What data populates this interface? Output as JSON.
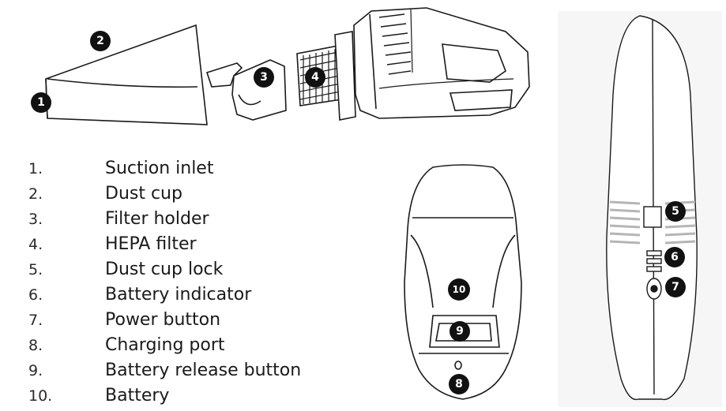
{
  "legend": {
    "items": [
      {
        "num": "1.",
        "label": "Suction inlet"
      },
      {
        "num": "2.",
        "label": "Dust cup"
      },
      {
        "num": "3.",
        "label": "Filter holder"
      },
      {
        "num": "4.",
        "label": "HEPA filter"
      },
      {
        "num": "5.",
        "label": "Dust cup lock"
      },
      {
        "num": "6.",
        "label": "Battery indicator"
      },
      {
        "num": "7.",
        "label": "Power button"
      },
      {
        "num": "8.",
        "label": "Charging port"
      },
      {
        "num": "9.",
        "label": "Battery release button"
      },
      {
        "num": "10.",
        "label": "Battery"
      }
    ]
  },
  "callouts": {
    "c1": "1",
    "c2": "2",
    "c3": "3",
    "c4": "4",
    "c5": "5",
    "c6": "6",
    "c7": "7",
    "c8": "8",
    "c9": "9",
    "c10": "10"
  },
  "colors": {
    "line": "#1a1a1a",
    "callout_fill": "#111111",
    "shade": "#e9e9e9"
  }
}
